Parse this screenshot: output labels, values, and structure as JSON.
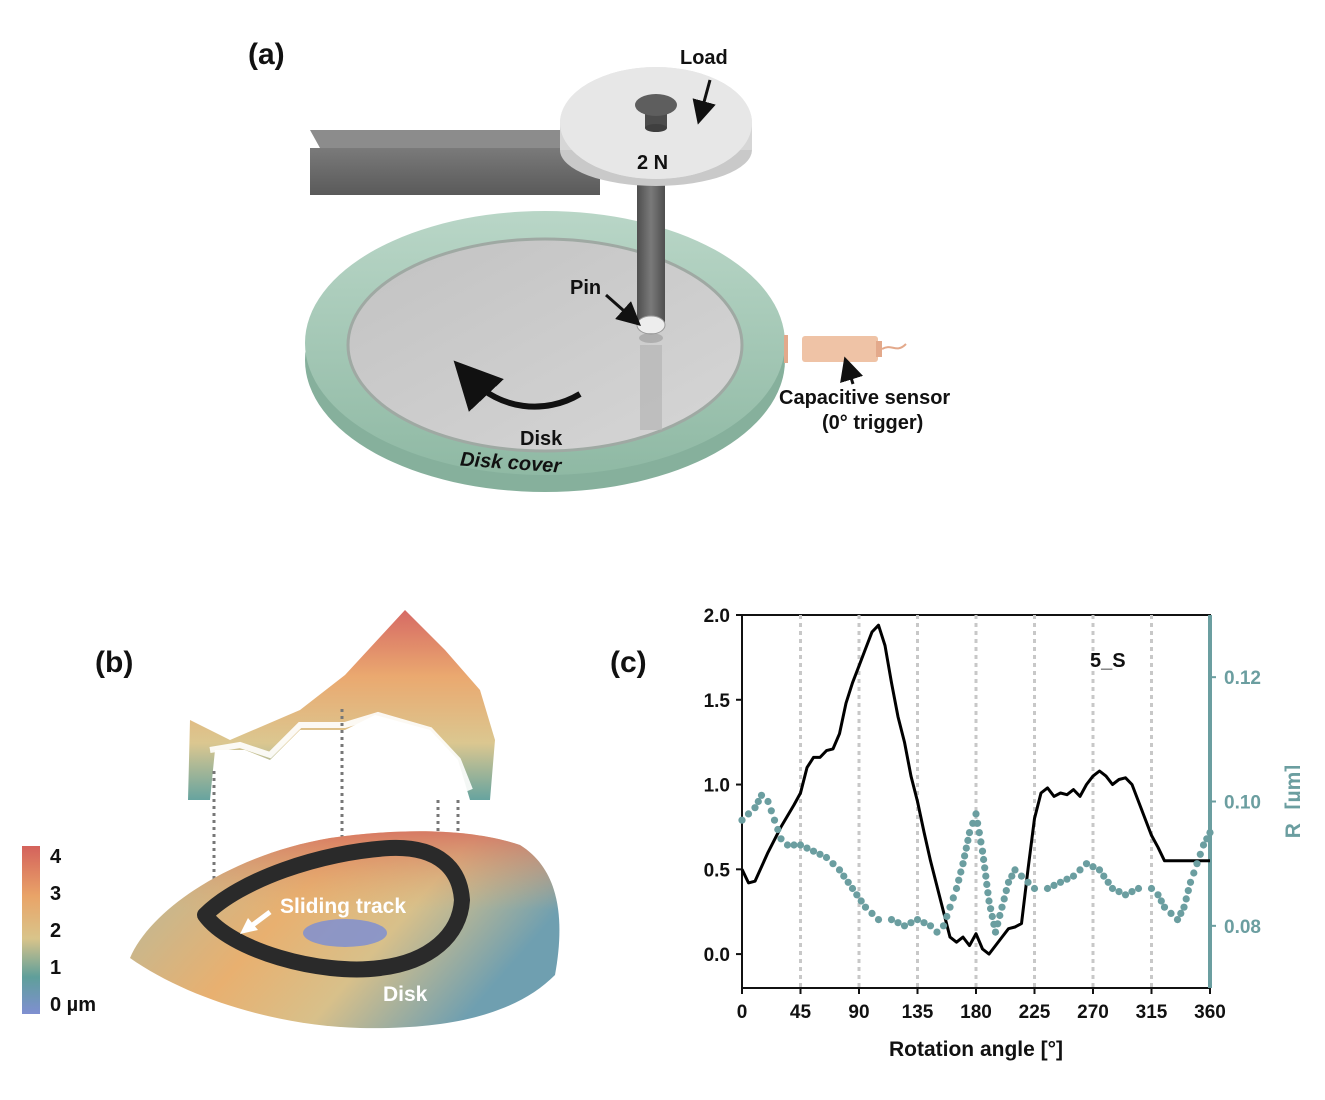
{
  "panels": {
    "a": {
      "label": "(a)",
      "load": "Load",
      "force": "2 N",
      "pin": "Pin",
      "sensor_line1": "Capacitive sensor",
      "sensor_line2": "(0° trigger)",
      "disk": "Disk",
      "disk_cover": "Disk cover"
    },
    "b": {
      "label": "(b)",
      "sliding_track": "Sliding track",
      "disk": "Disk",
      "colorbar_ticks": [
        "4",
        "3",
        "2",
        "1",
        "0 µm"
      ],
      "colorbar_colors": [
        "#d4625c",
        "#e9a468",
        "#d9c48a",
        "#5f9f9a",
        "#7f8fd1"
      ]
    },
    "c": {
      "label": "(c)"
    }
  },
  "chart_data": {
    "type": "line",
    "annotation": "5_S",
    "xlabel": "Rotation angle [°]",
    "ylabel_left": "",
    "ylabel_right": "Ra [µm]",
    "xlim": [
      0,
      360
    ],
    "ylim_left": [
      -0.2,
      2.0
    ],
    "ylim_right": [
      0.07,
      0.13
    ],
    "x_ticks": [
      0,
      45,
      90,
      135,
      180,
      225,
      270,
      315,
      360
    ],
    "y_left_ticks": [
      0.0,
      0.5,
      1.0,
      1.5,
      2.0
    ],
    "y_left_ticklabels": [
      "0.0",
      "0.5",
      "1.0",
      "1.5",
      "2.0"
    ],
    "y_right_ticks": [
      0.08,
      0.1,
      0.12
    ],
    "y_right_ticklabels": [
      "0.08",
      "0.10",
      "0.12"
    ],
    "vertical_grid": [
      45,
      90,
      135,
      180,
      225,
      270,
      315
    ],
    "series": [
      {
        "axis": "left",
        "style": "solid",
        "color": "#000000",
        "x": [
          0,
          5,
          10,
          20,
          30,
          40,
          45,
          50,
          55,
          60,
          65,
          70,
          75,
          80,
          85,
          90,
          95,
          100,
          105,
          110,
          115,
          120,
          125,
          130,
          135,
          140,
          145,
          150,
          155,
          160,
          165,
          170,
          175,
          180,
          185,
          190,
          195,
          200,
          205,
          210,
          215,
          220,
          225,
          230,
          235,
          240,
          245,
          250,
          255,
          260,
          265,
          270,
          275,
          280,
          285,
          290,
          295,
          300,
          305,
          310,
          315,
          320,
          325,
          330,
          335,
          340,
          345,
          350,
          355,
          360
        ],
        "y": [
          0.5,
          0.42,
          0.43,
          0.6,
          0.75,
          0.88,
          0.95,
          1.1,
          1.16,
          1.16,
          1.2,
          1.21,
          1.3,
          1.48,
          1.6,
          1.7,
          1.8,
          1.9,
          1.94,
          1.82,
          1.6,
          1.4,
          1.25,
          1.05,
          0.9,
          0.72,
          0.55,
          0.4,
          0.25,
          0.1,
          0.07,
          0.1,
          0.05,
          0.12,
          0.03,
          0.0,
          0.05,
          0.1,
          0.15,
          0.16,
          0.18,
          0.5,
          0.8,
          0.95,
          0.98,
          0.93,
          0.95,
          0.94,
          0.97,
          0.93,
          1.0,
          1.05,
          1.08,
          1.05,
          1.0,
          1.03,
          1.04,
          1.0,
          0.9,
          0.8,
          0.7,
          0.63,
          0.55,
          0.55,
          0.55,
          0.55,
          0.55,
          0.55,
          0.55,
          0.55
        ]
      },
      {
        "axis": "right",
        "style": "dotted",
        "color": "#6b9ea0",
        "x": [
          0,
          5,
          10,
          15,
          20,
          25,
          30,
          35,
          40,
          45,
          55,
          65,
          75,
          85,
          95,
          105,
          115,
          125,
          135,
          145,
          150,
          155,
          160,
          165,
          170,
          175,
          180,
          185,
          190,
          195,
          200,
          205,
          210,
          215,
          220,
          225,
          235,
          245,
          255,
          265,
          275,
          285,
          295,
          305,
          315,
          320,
          325,
          330,
          335,
          340,
          345,
          350,
          355,
          360
        ],
        "y": [
          0.097,
          0.098,
          0.099,
          0.101,
          0.1,
          0.097,
          0.094,
          0.093,
          0.093,
          0.093,
          0.092,
          0.091,
          0.089,
          0.086,
          0.083,
          0.081,
          0.081,
          0.08,
          0.081,
          0.08,
          0.079,
          0.08,
          0.083,
          0.086,
          0.09,
          0.095,
          0.098,
          0.092,
          0.084,
          0.079,
          0.083,
          0.087,
          0.089,
          0.088,
          0.087,
          0.086,
          0.086,
          0.087,
          0.088,
          0.09,
          0.089,
          0.086,
          0.085,
          0.086,
          0.086,
          0.085,
          0.083,
          0.082,
          0.081,
          0.083,
          0.087,
          0.09,
          0.093,
          0.095
        ]
      }
    ]
  }
}
